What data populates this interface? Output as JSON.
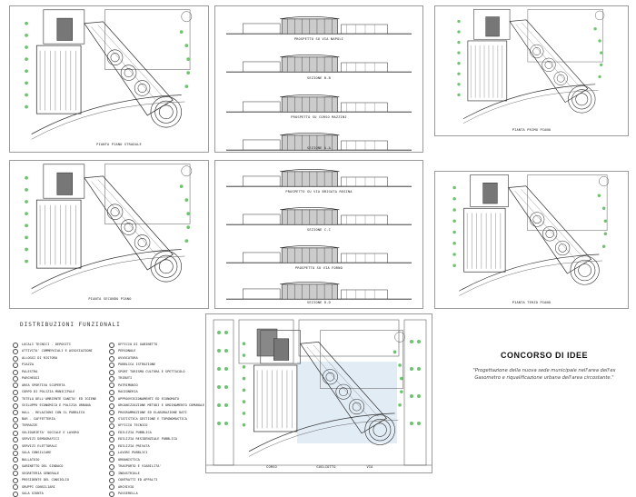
{
  "sheet": {
    "plans": {
      "ground": "PIANTA PIANO STRADALE",
      "first": "PIANTA PRIMO PIANO",
      "second": "PIANTA SECONDO PIANO",
      "third": "PIANTA TERZO PIANO"
    },
    "sections": [
      "PROSPETTO SU VIA NAPOLI",
      "SEZIONE B-B",
      "PROSPETTO SU CORSO MAZZINI",
      "SEZIONE A-A",
      "PROSPETTO SU VIA BRIGATA REGINA",
      "SEZIONE C-C",
      "PROSPETTO SU VIA FORNO",
      "SEZIONE D-D"
    ],
    "site_streets": [
      "CORSO",
      "GUGLIOTTO",
      "VIA"
    ],
    "legend": {
      "title": "DISTRIBUZIONI FUNZIONALI",
      "col1": [
        "LOCALI TECNICI - DEPOSITI",
        "ATTIVITA' COMMERCIALI E ASSOCIAZIONI",
        "ALLOGGI DI RISTORO",
        "PIAZZA",
        "PALESTRA",
        "PARCHEGGI",
        "AREA SPORTIVA SCOPERTA",
        "CORPO DI POLIZIA MUNICIPALE",
        "TUTELA DELL'AMBIENTE SANITA' ED IGIENE",
        "SVILUPPO ECONOMICO E POLIZIA URBANA",
        "HALL - RELAZIONI CON IL PUBBLICO",
        "BAR - CAFFETTERIA",
        "TERRAZZE",
        "SOLIDARIETA' SOCIALE E LAVORO",
        "SERVIZI DEMOGRAFICI",
        "SERVIZI ELETTORALI",
        "SALA CONSILIARE",
        "BALLATOIO",
        "GABINETTO DEL SINDACO",
        "SEGRETERIA GENERALE",
        "PRESIDENTE DEL CONSIGLIO",
        "GRUPPI CONSILIARI",
        "SALA GIUNTA"
      ],
      "col2": [
        "UFFICIO DI GABINETTO",
        "PERSONALE",
        "AVVOCATURA",
        "PUBBLICA ISTRUZIONE",
        "SPORT TURISMO CULTURA E SPETTACOLO",
        "TRIBUTI",
        "PATRIMONIO",
        "RAGIONERIA",
        "APPROVVIGIONAMENTI ED ECONOMATO",
        "ORGANIZZAZIONE METODI E ORDINAMENTO COMUNALE",
        "PROGRAMMAZIONE ED ELABORAZIONE DATI",
        "STATISTICA GESTIONE E TOPONOMASTICA",
        "UFFICIO TECNICO",
        "EDILIZIA PUBBLICA",
        "EDILIZIA RESIDENZIALE PUBBLICA",
        "EDILIZIA PRIVATA",
        "LAVORI PUBBLICI",
        "URBANISTICA",
        "TRASPORTO E VIABILITA'",
        "INDUSTRIALE",
        "CONTRATTI ED APPALTI",
        "ARCHIVIO",
        "PASSERELLA"
      ]
    },
    "competition": {
      "title": "CONCORSO DI IDEE",
      "description": "\"Progettazione della nuova sede municipale nell'area dell'ex Gasometro e riqualificazione urbana dell'area circostante.\""
    }
  }
}
